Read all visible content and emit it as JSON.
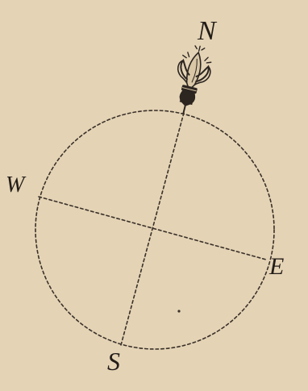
{
  "compass": {
    "north": "N",
    "east": "E",
    "south": "S",
    "west": "W"
  },
  "colors": {
    "paper": "#e4d3b5",
    "ink": "#3a3129"
  },
  "icons": {
    "north_marker": "fleur-de-lis-icon"
  }
}
